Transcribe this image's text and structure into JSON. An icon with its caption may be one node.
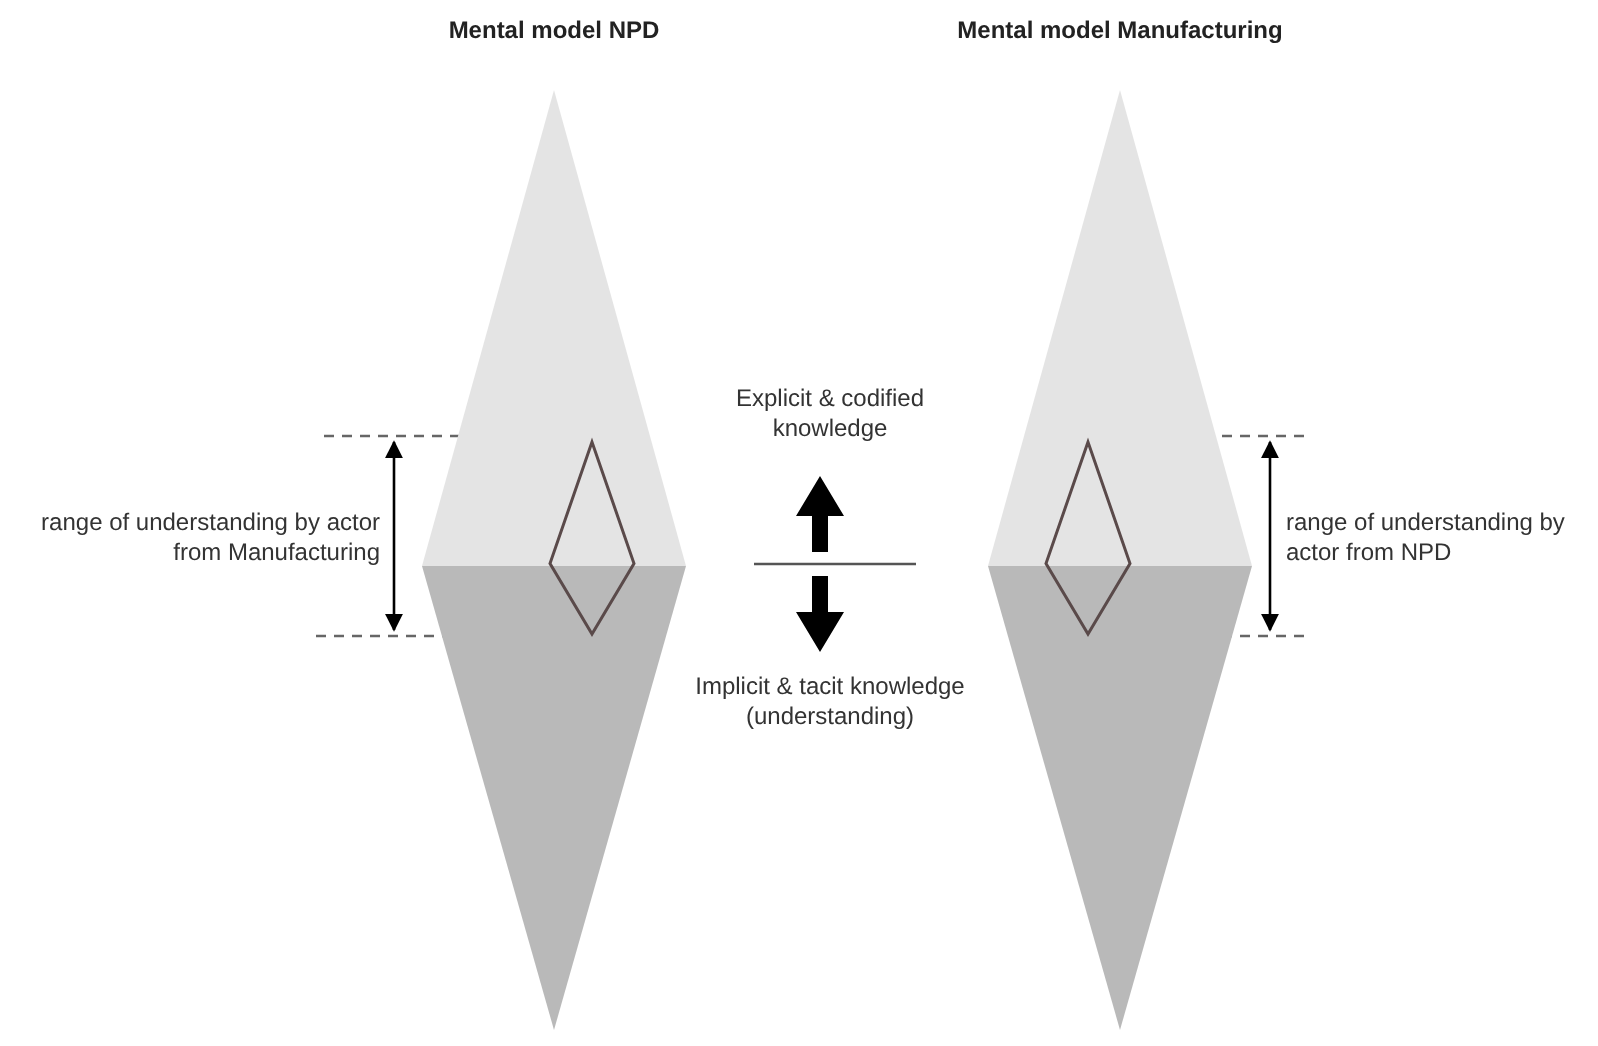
{
  "diagram": {
    "nodes": [
      {
        "text": [
          "Mental model NPD"
        ]
      },
      {
        "text": [],
        "shape": "diamond",
        "in": 0
      },
      {
        "text": [
          "Mental model Manufacturing"
        ]
      },
      {
        "text": [],
        "shape": "diamond",
        "in": 2
      }
    ],
    "labels": [
      "range of understanding by actor from Manufacturing",
      "Explicit & codified knowledge",
      "Implicit & tacit knowledge (understanding)",
      "range of understanding by actor from NPD"
    ]
  }
}
